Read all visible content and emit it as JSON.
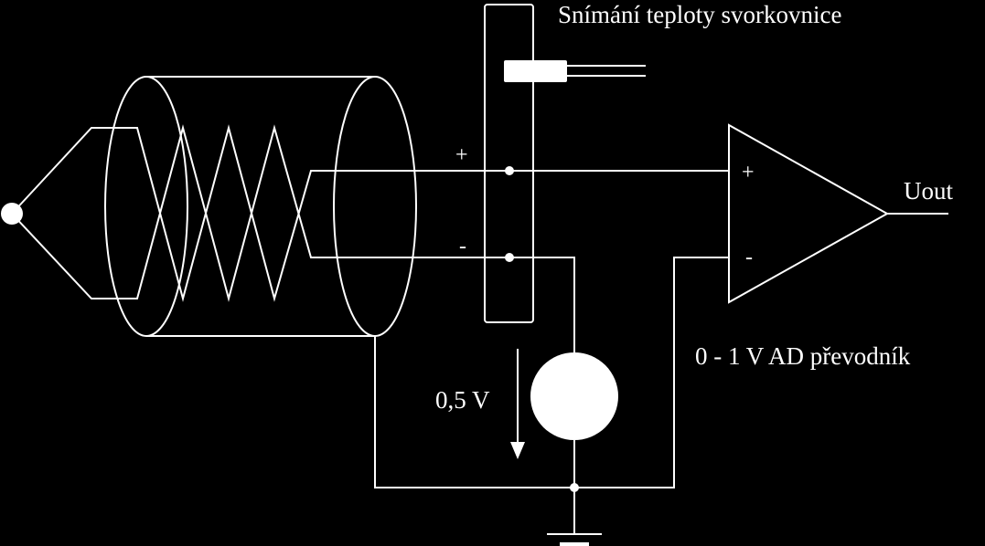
{
  "labels": {
    "title": "Snímání teploty svorkovnice",
    "plus_left": "+",
    "minus_left": "-",
    "plus_amp": "+",
    "minus_amp": "-",
    "output": "Uout",
    "converter": "0 - 1 V AD převodník",
    "voltage": "0,5 V"
  },
  "colors": {
    "background": "#000000",
    "stroke": "#ffffff"
  }
}
